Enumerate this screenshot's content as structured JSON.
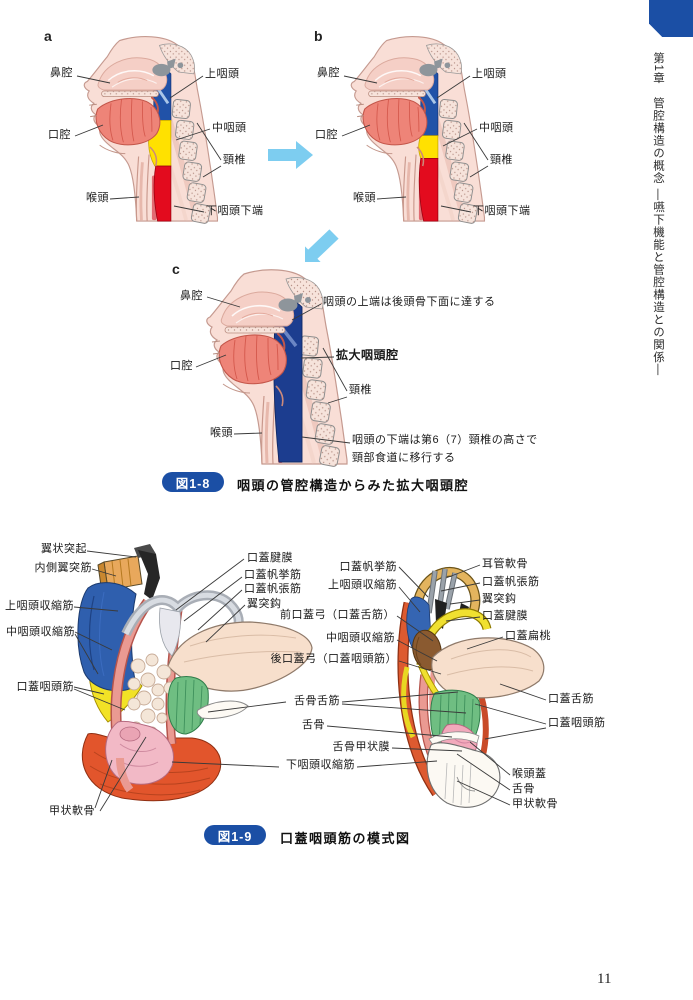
{
  "sidebar": {
    "text": "第1章　管腔構造の概念 ―嚥下機能と管腔構造との関係―"
  },
  "page_number": "11",
  "colors": {
    "accent_blue": "#1b4fa5",
    "pharynx_upper_blue": "#2152a8",
    "pharynx_middle_yellow": "#ffe100",
    "pharynx_lower_red": "#e30b1e",
    "enlarged_pharynx_navy": "#1c3d8f",
    "arrow_light_blue": "#7dcdf0"
  },
  "fig1_8": {
    "badge": "図1-8",
    "caption": "咽頭の管腔構造からみた拡大咽頭腔",
    "panel_a": {
      "letter": "a",
      "labels": {
        "nasal_cavity": "鼻腔",
        "upper_pharynx": "上咽頭",
        "oral_cavity": "口腔",
        "middle_pharynx": "中咽頭",
        "cervical_vertebrae": "頸椎",
        "larynx": "喉頭",
        "hypopharynx_lower_end": "下咽頭下端"
      }
    },
    "panel_b": {
      "letter": "b",
      "labels": {
        "nasal_cavity": "鼻腔",
        "upper_pharynx": "上咽頭",
        "oral_cavity": "口腔",
        "middle_pharynx": "中咽頭",
        "cervical_vertebrae": "頸椎",
        "larynx": "喉頭",
        "hypopharynx_lower_end": "下咽頭下端"
      }
    },
    "panel_c": {
      "letter": "c",
      "labels": {
        "nasal_cavity": "鼻腔",
        "upper_note": "咽頭の上端は後頭骨下面に達する",
        "oral_cavity": "口腔",
        "enlarged_pharyngeal_cavity": "拡大咽頭腔",
        "cervical_vertebrae": "頸椎",
        "larynx": "喉頭",
        "lower_note_line1": "咽頭の下端は第6（7）頸椎の高さで",
        "lower_note_line2": "頸部食道に移行する"
      }
    }
  },
  "fig1_9": {
    "badge": "図1-9",
    "caption": "口蓋咽頭筋の模式図",
    "left_labels": {
      "pterygoid_process": "翼状突起",
      "medial_pterygoid": "内側翼突筋",
      "superior_constrictor": "上咽頭収縮筋",
      "middle_constrictor": "中咽頭収縮筋",
      "palatopharyngeus": "口蓋咽頭筋",
      "thyroid_cartilage": "甲状軟骨"
    },
    "center_left_labels": {
      "palatine_aponeurosis": "口蓋腱膜",
      "levator_veli_palatini": "口蓋帆挙筋",
      "tensor_veli_palatini": "口蓋帆張筋",
      "pterygoid_hamulus": "翼突鈎"
    },
    "center_right_labels": {
      "levator_veli_palatini": "口蓋帆挙筋",
      "superior_constrictor": "上咽頭収縮筋",
      "anterior_pillar": "前口蓋弓（口蓋舌筋）",
      "middle_constrictor": "中咽頭収縮筋",
      "posterior_pillar": "後口蓋弓（口蓋咽頭筋）",
      "hyoglossus": "舌骨舌筋",
      "hyoid_bone": "舌骨",
      "thyrohyoid_membrane": "舌骨甲状膜",
      "inferior_constrictor": "下咽頭収縮筋"
    },
    "right_labels": {
      "eustachian_cartilage": "耳管軟骨",
      "tensor_veli_palatini": "口蓋帆張筋",
      "pterygoid_hamulus": "翼突鈎",
      "palatine_aponeurosis": "口蓋腱膜",
      "palatine_tonsil": "口蓋扁桃",
      "palatoglossus": "口蓋舌筋",
      "palatopharyngeus": "口蓋咽頭筋",
      "epiglottis": "喉頭蓋",
      "hyoid_bone": "舌骨",
      "thyroid_cartilage": "甲状軟骨"
    }
  }
}
